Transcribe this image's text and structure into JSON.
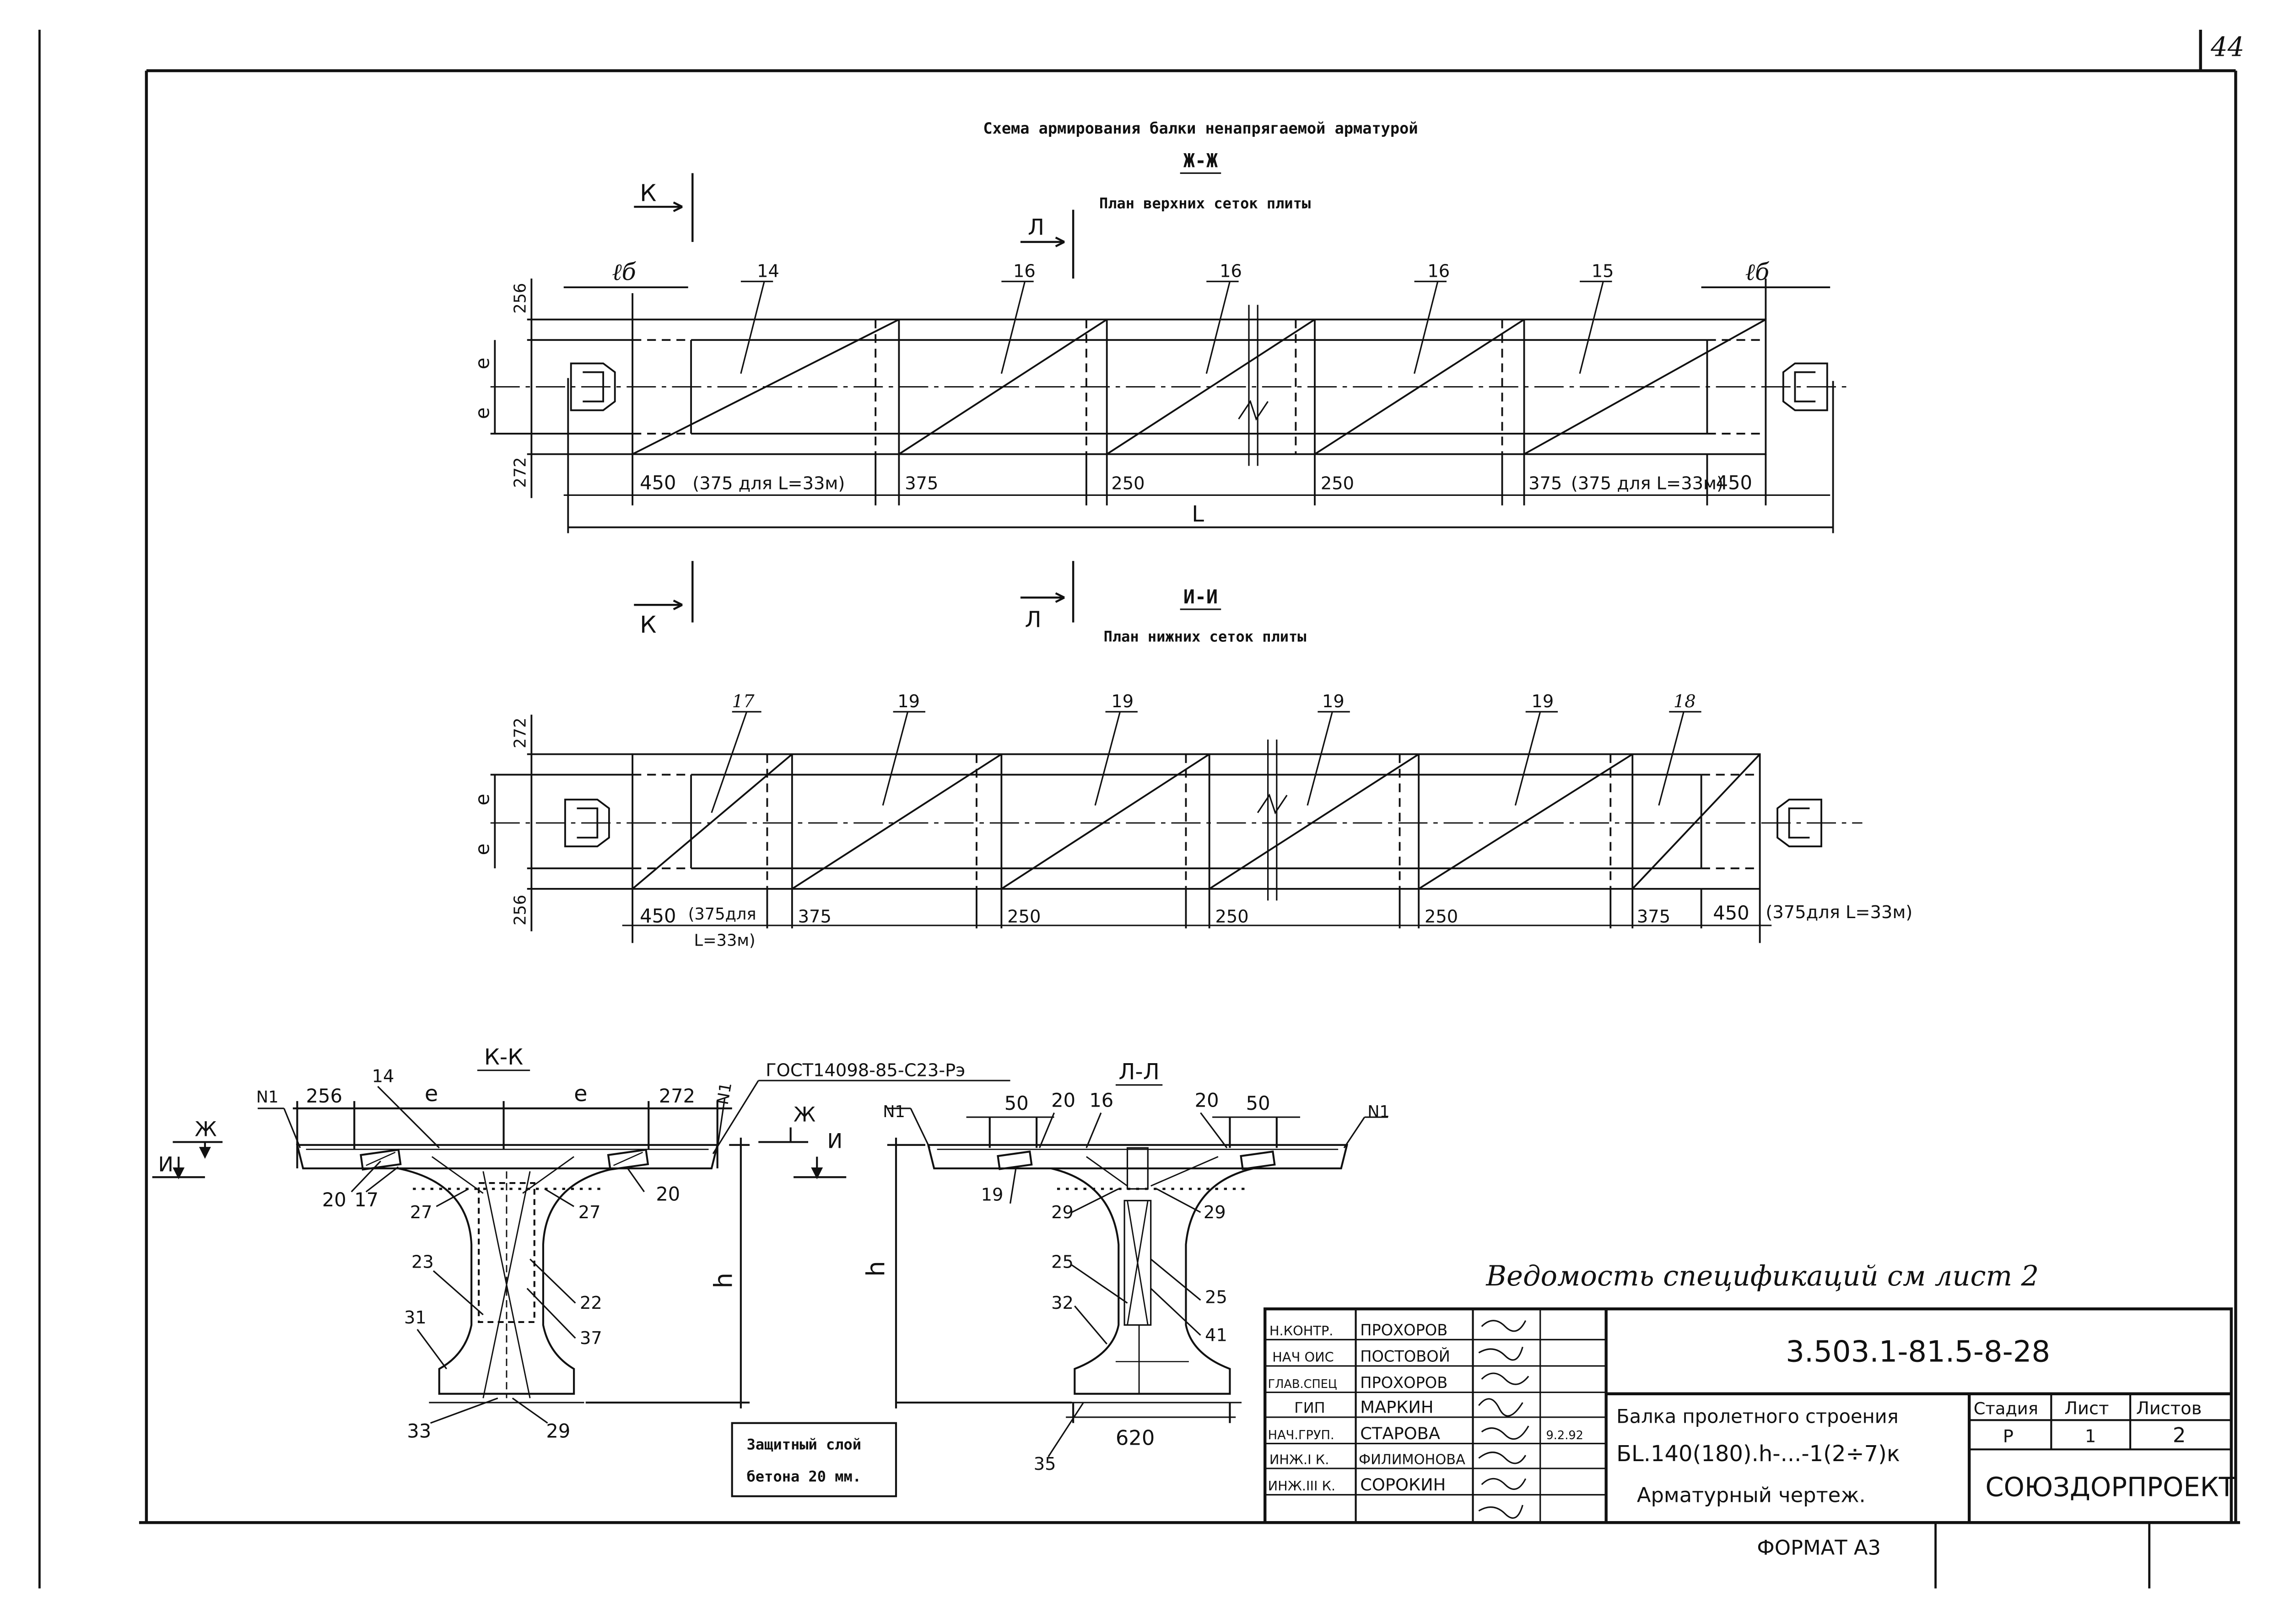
{
  "page_number": "44",
  "title": "Схема армирования балки ненапрягаемой арматурой",
  "views": {
    "top": {
      "label": "Ж-Ж",
      "subtitle": "План верхних сеток плиты",
      "lb_left": "ℓб",
      "lb_right": "ℓб",
      "marks": [
        "14",
        "16",
        "16",
        "16",
        "15"
      ],
      "side_dims": [
        "256",
        "e",
        "e",
        "272"
      ],
      "dims": [
        "450",
        "(375 для L=33м)",
        "375",
        "250",
        "250",
        "375",
        "(375 для L=33м)",
        "450"
      ],
      "length_label": "L"
    },
    "bottom": {
      "label": "И-И",
      "subtitle": "План нижних сеток плиты",
      "marks": [
        "17",
        "19",
        "19",
        "19",
        "19",
        "18"
      ],
      "side_dims": [
        "272",
        "e",
        "e",
        "256"
      ],
      "dims": [
        "450",
        "(375для",
        "L=33м)",
        "375",
        "250",
        "250",
        "250",
        "375",
        "450",
        "(375для L=33м)"
      ]
    },
    "section_cuts": {
      "k": "К",
      "l": "Л"
    }
  },
  "section_kk": {
    "label": "К-К",
    "gost": "ГОСТ14098-85-С23-Рэ",
    "dims_top": [
      "256",
      "e",
      "e",
      "272"
    ],
    "n1": "N1",
    "cut_labels": [
      "Ж",
      "И",
      "Ж",
      "И"
    ],
    "marks": [
      "14",
      "20",
      "17",
      "27",
      "27",
      "20",
      "23",
      "22",
      "37",
      "31",
      "33",
      "29"
    ],
    "h": "h"
  },
  "section_ll": {
    "label": "Л-Л",
    "dims_top": [
      "50",
      "20",
      "16",
      "20",
      "50"
    ],
    "n1": "N1",
    "marks": [
      "19",
      "29",
      "29",
      "25",
      "25",
      "32",
      "41",
      "35"
    ],
    "width": "620",
    "h": "h"
  },
  "note": {
    "line1": "Защитный слой",
    "line2": "бетона 20 мм."
  },
  "spec_note": "Ведомость спецификаций см лист 2",
  "title_block": {
    "doc_code": "3.503.1-81.5-8-28",
    "name_line1": "Балка пролетного строения",
    "name_line2": "БL.140(180).h-...-1(2÷7)к",
    "name_line3": "Арматурный чертеж.",
    "stage_head": "Стадия",
    "sheet_head": "Лист",
    "sheets_head": "Листов",
    "stage": "Р",
    "sheet": "1",
    "sheets": "2",
    "org": "СОЮЗДОРПРОЕКТ",
    "date": "9.2.92",
    "staff": [
      {
        "role": "Н.КОНТР.",
        "name": "ПРОХОРОВ"
      },
      {
        "role": "НАЧ ОИС",
        "name": "ПОСТОВОЙ"
      },
      {
        "role": "ГЛАВ.СПЕЦ",
        "name": "ПРОХОРОВ"
      },
      {
        "role": "ГИП",
        "name": "МАРКИН"
      },
      {
        "role": "НАЧ.ГРУП.",
        "name": "СТАРОВА"
      },
      {
        "role": "ИНЖ.I К.",
        "name": "ФИЛИМОНОВА"
      },
      {
        "role": "ИНЖ.III К.",
        "name": "СОРОКИН"
      }
    ]
  },
  "format_label": "ФОРМАТ А3"
}
